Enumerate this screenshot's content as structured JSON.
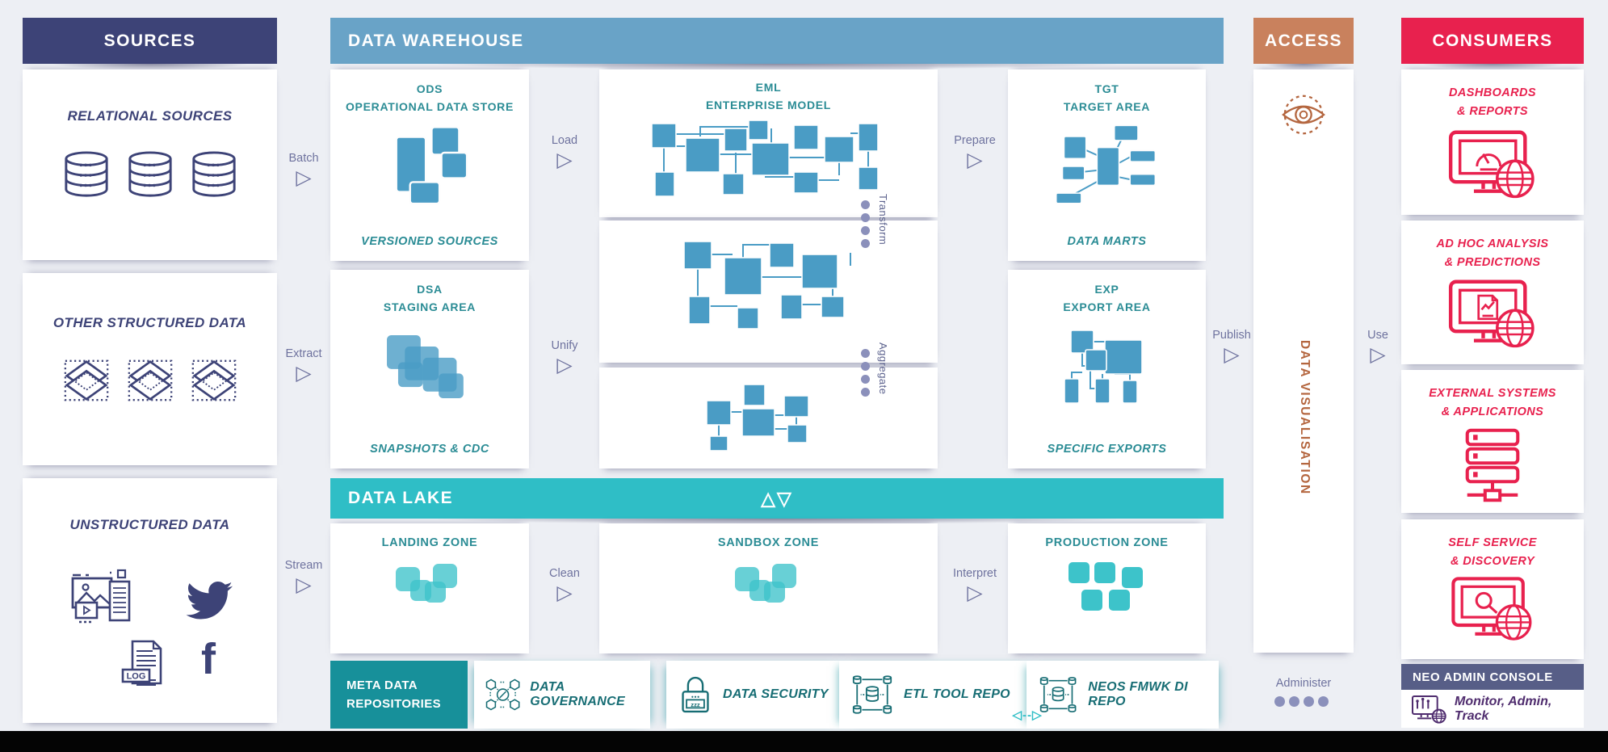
{
  "headers": {
    "sources": "SOURCES",
    "warehouse": "DATA WAREHOUSE",
    "access": "ACCESS",
    "consumers": "CONSUMERS",
    "lake": "DATA LAKE",
    "lake_glyphs": "△▽"
  },
  "sources": {
    "panels": [
      {
        "title": "RELATIONAL SOURCES"
      },
      {
        "title": "OTHER STRUCTURED DATA"
      },
      {
        "title": "UNSTRUCTURED DATA"
      }
    ]
  },
  "flows": {
    "batch": "Batch",
    "extract": "Extract",
    "stream": "Stream",
    "load": "Load",
    "unify": "Unify",
    "clean": "Clean",
    "prepare": "Prepare",
    "publish": "Publish",
    "interpret": "Interpret",
    "use": "Use",
    "administer": "Administer",
    "transform": "Transform",
    "aggregate": "Aggregate"
  },
  "warehouse": {
    "ods": {
      "code": "ODS",
      "name": "OPERATIONAL DATA STORE",
      "caption": "VERSIONED SOURCES"
    },
    "dsa": {
      "code": "DSA",
      "name": "STAGING AREA",
      "caption": "SNAPSHOTS & CDC"
    },
    "eml": {
      "code": "EML",
      "name": "ENTERPRISE MODEL"
    },
    "tgt": {
      "code": "TGT",
      "name": "TARGET AREA",
      "caption": "DATA MARTS"
    },
    "exp": {
      "code": "EXP",
      "name": "EXPORT AREA",
      "caption": "SPECIFIC EXPORTS"
    }
  },
  "lake": {
    "zones": [
      {
        "title": "LANDING ZONE"
      },
      {
        "title": "SANDBOX ZONE"
      },
      {
        "title": "PRODUCTION ZONE"
      }
    ]
  },
  "meta": {
    "title_line1": "META DATA",
    "title_line2": "REPOSITORIES",
    "items": [
      {
        "label": "DATA GOVERNANCE"
      },
      {
        "label": "DATA SECURITY"
      },
      {
        "label": "ETL TOOL REPO"
      },
      {
        "label": "NEOS FMWK DI REPO"
      }
    ],
    "link_glyph": "◁--▷"
  },
  "access": {
    "vertical_label": "DATA VISUALISATION"
  },
  "consumers": {
    "panels": [
      {
        "line1": "DASHBOARDS",
        "line2": "& REPORTS"
      },
      {
        "line1": "AD HOC ANALYSIS",
        "line2": "& PREDICTIONS"
      },
      {
        "line1": "EXTERNAL SYSTEMS",
        "line2": "& APPLICATIONS"
      },
      {
        "line1": "SELF SERVICE",
        "line2": "& DISCOVERY"
      }
    ],
    "admin_bar": "NEO ADMIN CONSOLE",
    "admin_caption": "Monitor, Admin, Track"
  },
  "glyphs": {
    "arrow": "▷",
    "log": "LOG",
    "facebook": "f",
    "zzz": "zzz"
  },
  "colors": {
    "background": "#edeff4",
    "sources_header": "#3d4377",
    "warehouse_header": "#69a3c7",
    "access_header": "#c9815d",
    "consumers_header": "#e8214e",
    "lake_header": "#2fbec6",
    "meta_repo": "#17909a",
    "neo_admin_bar": "#575e87",
    "teal_text": "#2b8c95",
    "dark_teal_text": "#176d74",
    "navy_text": "#3d4377",
    "blue_icon": "#4a9cc5",
    "lake_icon": "#3dc3ca",
    "terracotta_icon": "#b4663f",
    "crimson": "#e8214e",
    "arrow_gray": "#6e729e",
    "dot_gray": "#8b90bb",
    "admin_caption_purple": "#4f2c6e"
  }
}
